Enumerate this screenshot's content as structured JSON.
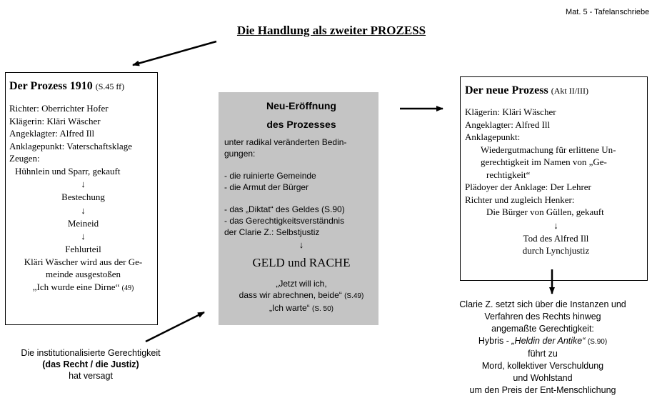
{
  "header": {
    "material_label": "Mat. 5 - Tafelanschriebe",
    "title": "Die Handlung als zweiter PROZESS"
  },
  "left_box": {
    "title": "Der Prozess 1910",
    "title_ref": "(S.45 ff)",
    "judge": "Richter: Oberrichter Hofer",
    "plaintiff": "Klägerin: Kläri Wäscher",
    "defendant": "Angeklagter: Alfred Ill",
    "charge": "Anklagepunkt: Vaterschaftsklage",
    "witnesses_label": "Zeugen:",
    "witnesses": "Hühnlein und Sparr, gekauft",
    "arrow": "↓",
    "step1": "Bestechung",
    "step2": "Meineid",
    "step3": "Fehlurteil",
    "outcome_line1": "Kläri Wäscher wird aus der Ge-",
    "outcome_line2": "meinde ausgestoßen",
    "quote": "„Ich wurde eine Dirne“",
    "quote_ref": "(49)"
  },
  "middle_box": {
    "title_line1": "Neu-Eröffnung",
    "title_line2": "des Prozesses",
    "intro_line1": "unter radikal veränderten Bedin-",
    "intro_line2": "gungen:",
    "item1": "- die ruinierte Gemeinde",
    "item2": "- die Armut der Bürger",
    "item3": "- das „Diktat“ des Geldes (S.90)",
    "item4": "- das Gerechtigkeitsverständnis",
    "item4_cont": "der Clarie Z.: Selbstjustiz",
    "arrow": "↓",
    "motto": "GELD und RACHE",
    "quote1_line1": "„Jetzt will ich,",
    "quote1_line2": "dass wir abrechnen, beide“",
    "quote1_ref": "(S.49)",
    "quote2": "„Ich warte“",
    "quote2_ref": "(S. 50)"
  },
  "right_box": {
    "title": "Der neue Prozess",
    "title_ref": "(Akt II/III)",
    "plaintiff": "Klägerin: Kläri Wäscher",
    "defendant": "Angeklagter: Alfred Ill",
    "charge_label": "Anklagepunkt:",
    "charge_line1": "Wiedergutmachung für erlittene Un-",
    "charge_line2": "gerechtigkeit im Namen von „Ge-",
    "charge_line3": "rechtigkeit“",
    "plea": "Plädoyer der Anklage: Der Lehrer",
    "judge": "Richter und zugleich Henker:",
    "judge_detail": "Die Bürger von Güllen, gekauft",
    "arrow": "↓",
    "outcome_line1": "Tod des Alfred Ill",
    "outcome_line2": "durch Lynchjustiz"
  },
  "left_caption": {
    "line1": "Die institutionalisierte Gerechtigkeit",
    "line2": "(das Recht / die Justiz)",
    "line3": "hat versagt"
  },
  "right_caption": {
    "line1": "Clarie Z. setzt sich über die Instanzen  und",
    "line2": "Verfahren des Rechts hinweg",
    "line3": "angemaßte Gerechtigkeit:",
    "line4_prefix": "Hybris - ",
    "line4_emph": "„Heldin der Antike“",
    "line4_ref": "(S.90)",
    "line5": "führt zu",
    "line6": "Mord, kollektiver Verschuldung",
    "line7": "und Wohlstand",
    "line8": "um den Preis der Ent-Menschlichung"
  }
}
